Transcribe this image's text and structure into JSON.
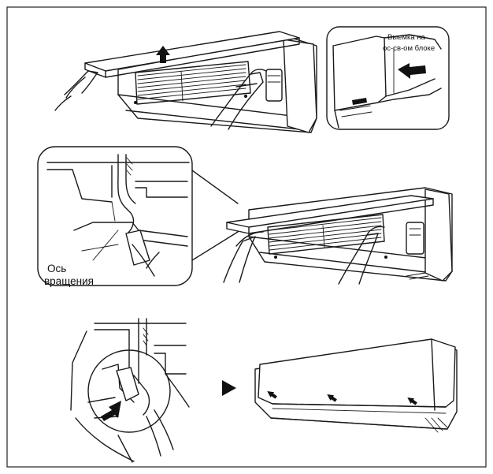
{
  "callouts": {
    "notch_line1": "Выемка на",
    "notch_line2": "ос-св-ом блоке",
    "pivot_line1": "Ось",
    "pivot_line2": "вращения"
  },
  "icons": {
    "up_arrow": "up-arrow-icon",
    "left_arrow": "left-arrow-icon",
    "next_step": "play-triangle-icon"
  }
}
